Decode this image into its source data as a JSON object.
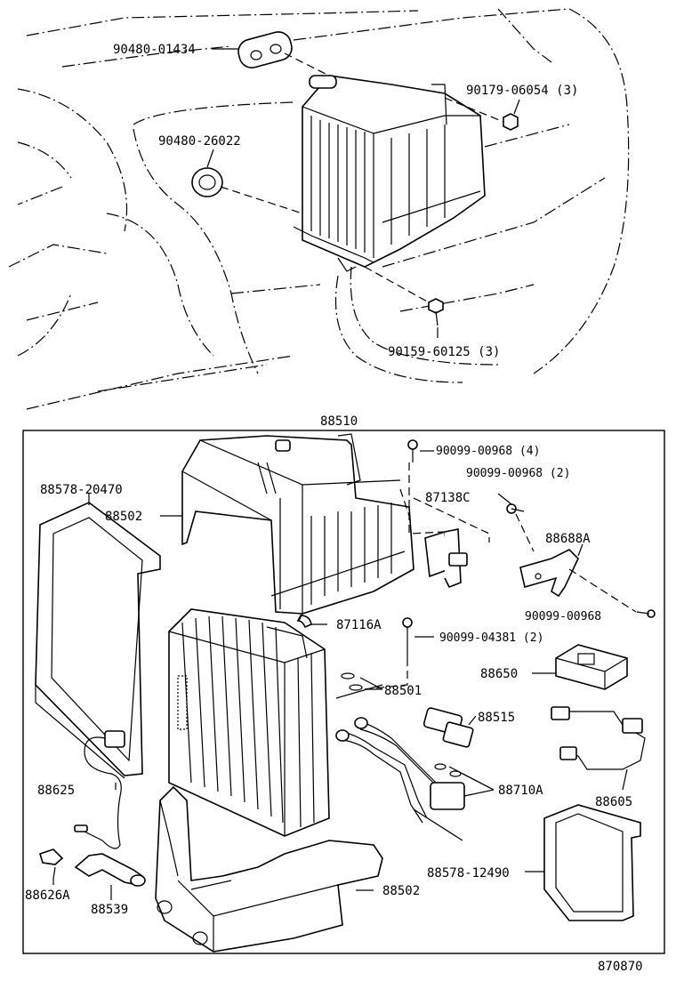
{
  "labels": {
    "p1": "90480-01434",
    "p2": "90179-06054 (3)",
    "p3": "90480-26022",
    "p4": "90159-60125 (3)",
    "p5": "88510",
    "p6": "90099-00968 (4)",
    "p7": "90099-00968 (2)",
    "p8": "87138C",
    "p9": "88578-20470",
    "p10": "88502",
    "p11": "88688A",
    "p12": "90099-00968",
    "p13": "87116A",
    "p14": "90099-04381 (2)",
    "p15": "88501",
    "p16": "88650",
    "p17": "88515",
    "p18": "88710A",
    "p19": "88625",
    "p20": "88605",
    "p21": "88578-12490",
    "p22": "88626A",
    "p23": "88539",
    "p24": "88502",
    "p25": "870870"
  }
}
